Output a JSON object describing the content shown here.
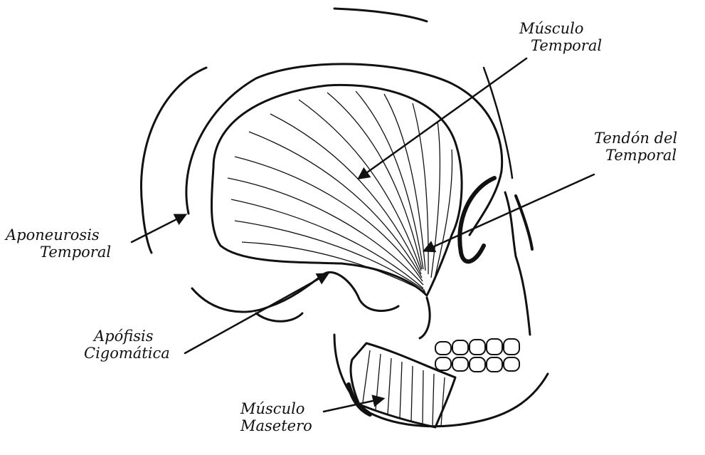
{
  "labels": {
    "musculo_temporal": [
      "Músculo",
      "Temporal"
    ],
    "tendon_temporal": [
      "Tendón del",
      "Temporal"
    ],
    "aponeurosis_temporal": [
      "Aponeurosis",
      "Temporal"
    ],
    "apofisis_cigomatica": [
      "Apófisis",
      "Cigomática"
    ],
    "musculo_masetero": [
      "Músculo",
      "Masetero"
    ]
  },
  "colors": {
    "ink": "#111111",
    "paper": "#ffffff"
  }
}
